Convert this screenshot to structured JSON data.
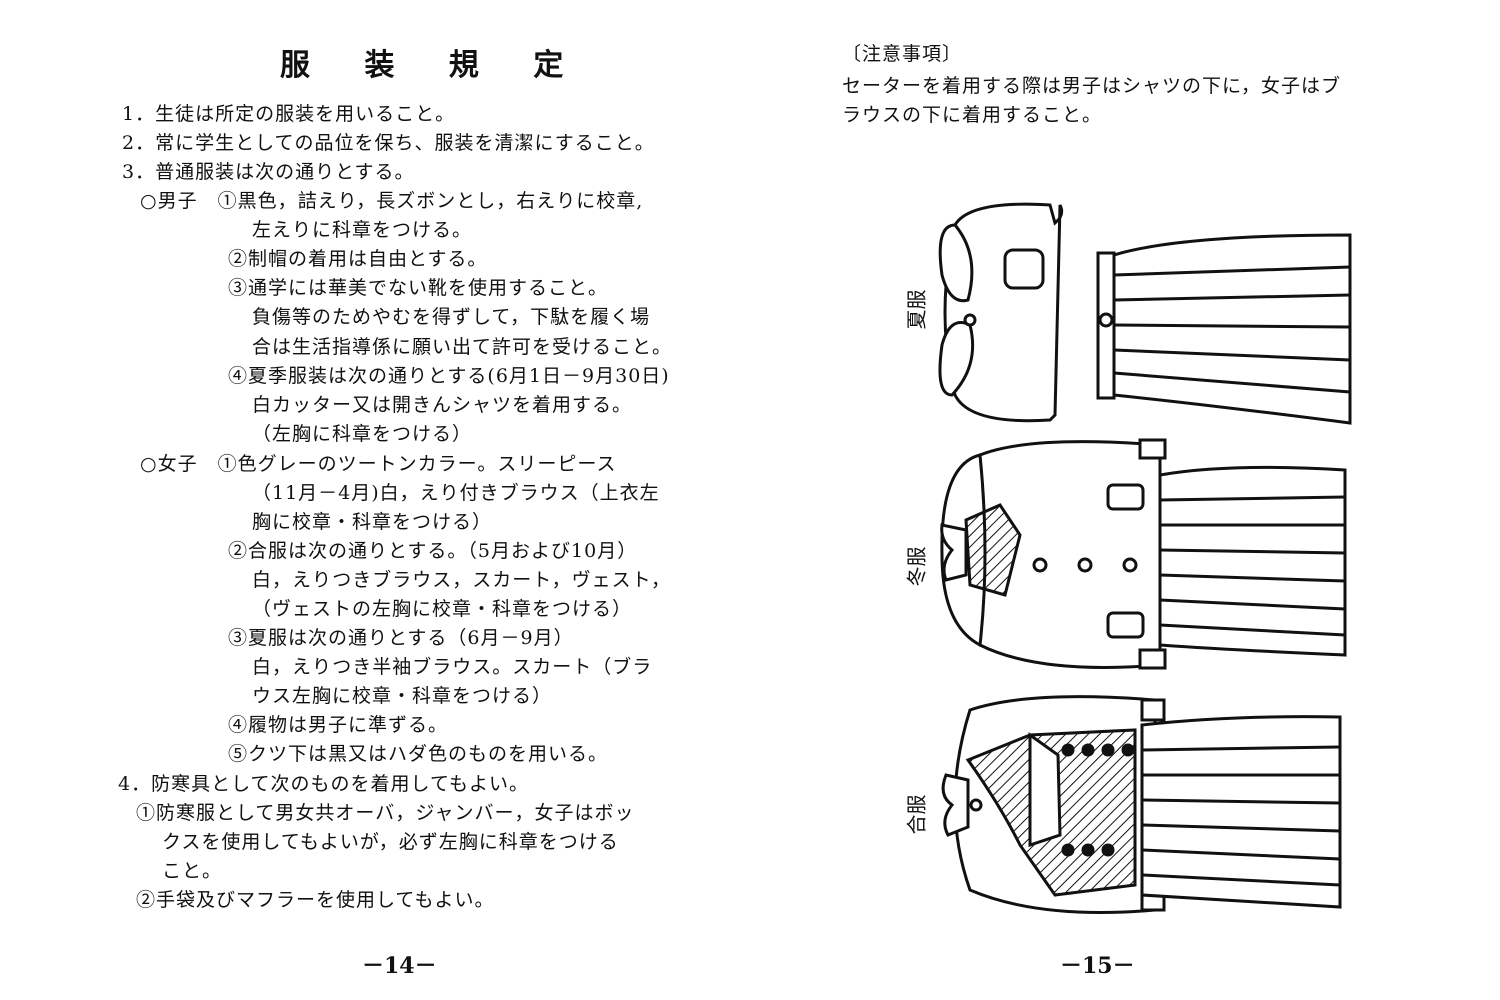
{
  "left_page": {
    "title": "服 装 規 定",
    "lines": [
      "1．生徒は所定の服装を用いること。",
      "2．常に学生としての品位を保ち、服装を清潔にすること。",
      "3．普通服装は次の通りとする。",
      "○男子　①黒色，詰えり，長ズボンとし，右えりに校章,",
      "左えりに科章をつける。",
      "②制帽の着用は自由とする。",
      "③通学には華美でない靴を使用すること。",
      "負傷等のためやむを得ずして，下駄を履く場",
      "合は生活指導係に願い出て許可を受けること。",
      "④夏季服装は次の通りとする(6月1日－9月30日)",
      "白カッター又は開きんシャツを着用する。",
      "（左胸に科章をつける）",
      "○女子　①色グレーのツートンカラー。スリーピース",
      "（11月－4月)白，えり付きブラウス（上衣左",
      "胸に校章・科章をつける）",
      "②合服は次の通りとする。（5月および10月）",
      "白，えりつきブラウス，スカート，ヴェスト，",
      "（ヴェストの左胸に校章・科章をつける）",
      "③夏服は次の通りとする（6月－9月）",
      "白，えりつき半袖ブラウス。スカート（ブラ",
      "ウス左胸に校章・科章をつける）",
      "④履物は男子に準ずる。",
      "⑤クツ下は黒又はハダ色のものを用いる。",
      "4．防寒具として次のものを着用してもよい。",
      "①防寒服として男女共オーバ，ジャンバー，女子はボッ",
      "クスを使用してもよいが，必ず左胸に科章をつける",
      "こと。",
      "②手袋及びマフラーを使用してもよい。"
    ],
    "page_number": "－14－"
  },
  "right_page": {
    "note_heading": "〔注意事項〕",
    "note_lines": [
      "セーターを着用する際は男子はシャツの下に，女子はブ",
      "ラウスの下に着用すること。"
    ],
    "figure_labels": [
      "夏服",
      "冬服",
      "合服"
    ],
    "page_number": "－15－"
  },
  "colors": {
    "ink": "#111111",
    "paper": "#ffffff"
  }
}
